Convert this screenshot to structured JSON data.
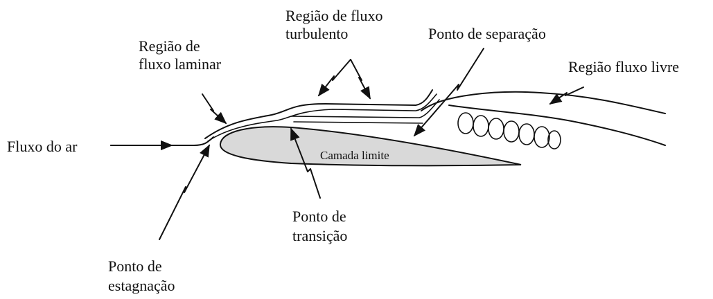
{
  "labels": {
    "airflow": "Fluxo do ar",
    "laminar_line1": "Região de",
    "laminar_line2": "fluxo laminar",
    "turbulent_line1": "Região de fluxo",
    "turbulent_line2": "turbulento",
    "separation": "Ponto de separação",
    "free_flow": "Região fluxo livre",
    "boundary_layer": "Camada limite",
    "transition_line1": "Ponto de",
    "transition_line2": "transição",
    "stagnation_line1": "Ponto de",
    "stagnation_line2": "estagnação"
  },
  "colors": {
    "ink": "#111111",
    "airfoil_fill": "#d9d9d9",
    "background": "#ffffff"
  }
}
